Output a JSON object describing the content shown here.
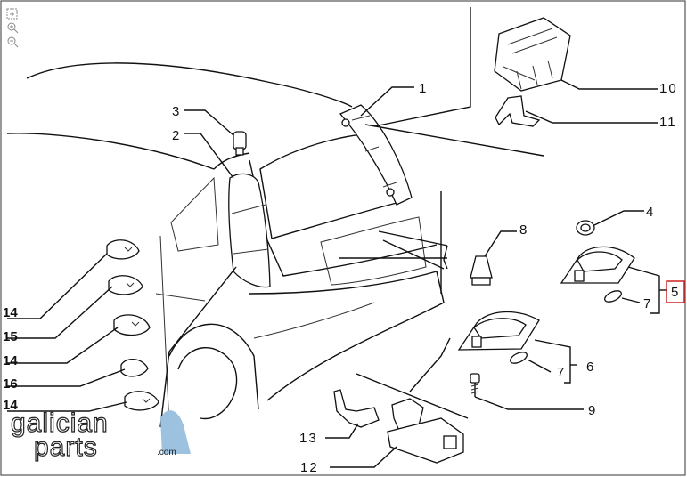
{
  "toolbar": {
    "icons": [
      "fit-page-icon",
      "zoom-in-icon",
      "zoom-out-icon"
    ]
  },
  "callouts": {
    "c1": "1",
    "c2": "2",
    "c3": "3",
    "c4": "4",
    "c5": "5",
    "c6": "6",
    "c7a": "7",
    "c7b": "7",
    "c8": "8",
    "c9": "9",
    "c10": "10",
    "c11": "11",
    "c12": "12",
    "c13": "13",
    "c14a": "14",
    "c14b": "14",
    "c14c": "14",
    "c15": "15",
    "c16": "16"
  },
  "watermark": {
    "line1": "galician",
    "line2": "parts",
    "suffix": ".com"
  },
  "colors": {
    "frame": "#555555",
    "ink": "#111111",
    "highlight_box": "#cc2222",
    "logo_blue": "#9cc2e0"
  }
}
